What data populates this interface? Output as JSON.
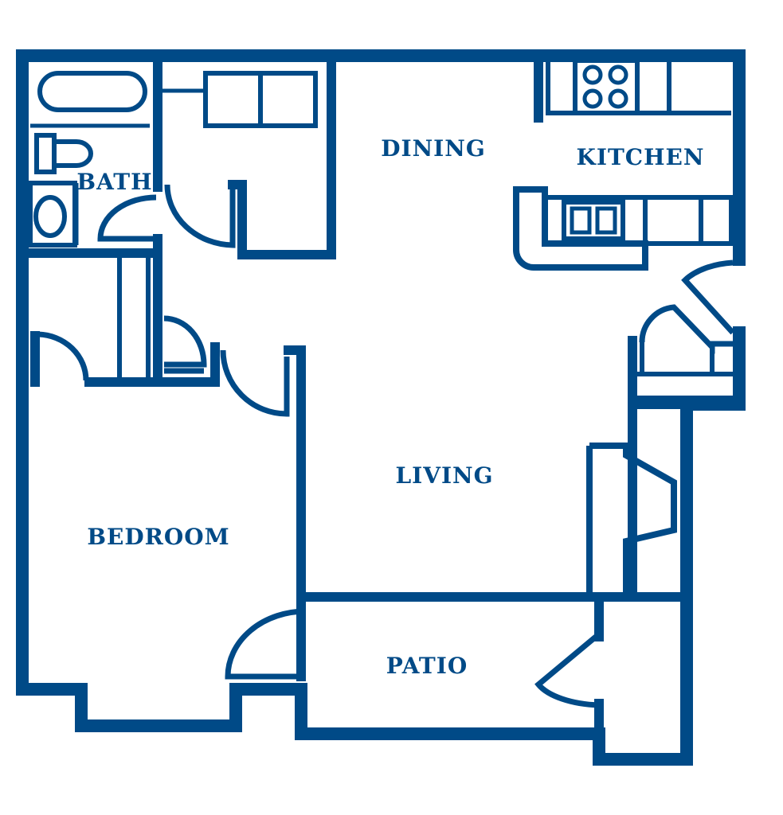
{
  "colors": {
    "wall": "#004a87",
    "background": "#ffffff"
  },
  "rooms": {
    "bath": "BATH",
    "dining": "DINING",
    "kitchen": "KITCHEN",
    "living": "LIVING",
    "bedroom": "BEDROOM",
    "patio": "PATIO"
  },
  "fixtures": [
    "bathtub",
    "toilet",
    "sink",
    "washer",
    "dryer",
    "stove",
    "kitchen-sink",
    "refrigerator",
    "fireplace"
  ]
}
